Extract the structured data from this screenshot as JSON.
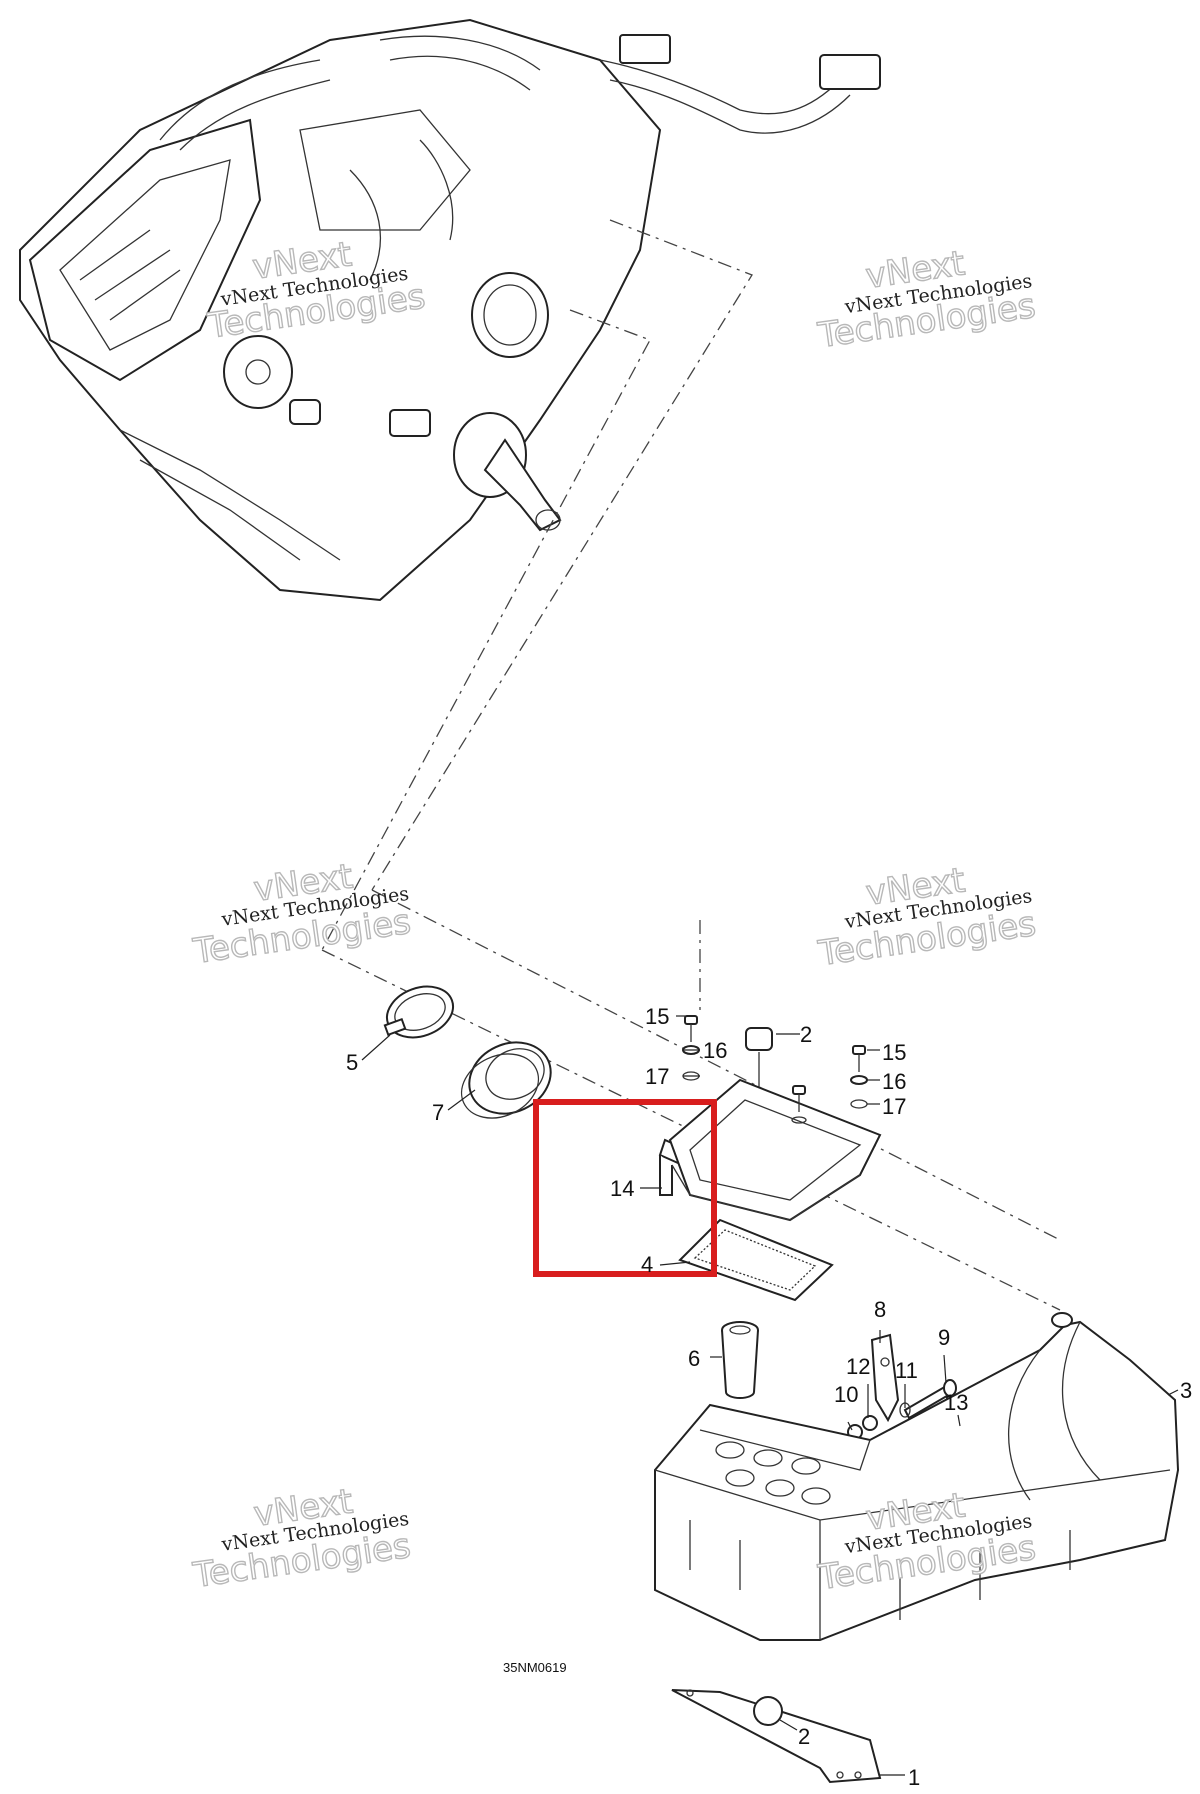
{
  "figure_code": "35NM0619",
  "watermark": {
    "line1": "vNext Technologies",
    "line2": "vNext",
    "line3": "Technologies"
  },
  "callouts": {
    "c1": "1",
    "c2_top": "2",
    "c2_bottom": "2",
    "c3": "3",
    "c4": "4",
    "c5": "5",
    "c6": "6",
    "c7": "7",
    "c8": "8",
    "c9": "9",
    "c10": "10",
    "c11": "11",
    "c12": "12",
    "c13": "13",
    "c14": "14",
    "c15_left": "15",
    "c15_right": "15",
    "c16_left": "16",
    "c16_right": "16",
    "c17_left": "17",
    "c17_right": "17"
  },
  "highlight": {
    "color": "#d81e1e",
    "label": "highlight-box-part-14"
  }
}
